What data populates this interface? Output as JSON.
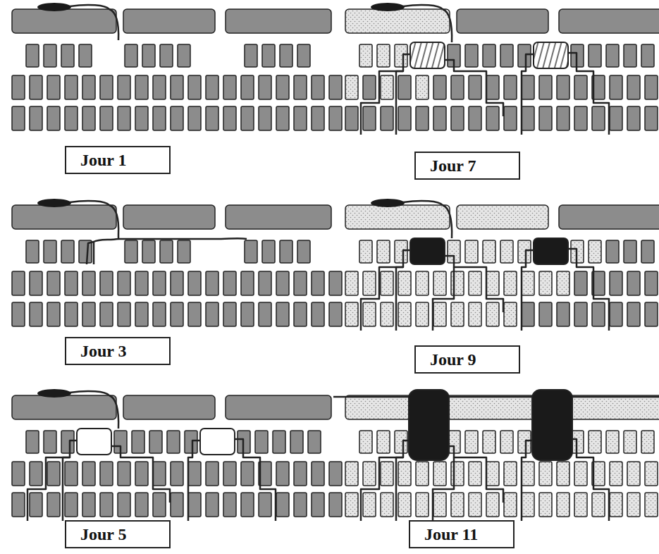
{
  "diagram": {
    "nodes": [
      {
        "text": [
          "Jour 1"
        ]
      },
      {
        "text": [
          "Jour 3"
        ]
      },
      {
        "text": [
          "Jour 5"
        ]
      },
      {
        "text": [
          "Jour 7"
        ]
      },
      {
        "text": [
          "Jour 9"
        ]
      },
      {
        "text": [
          "Jour 11"
        ]
      }
    ]
  }
}
